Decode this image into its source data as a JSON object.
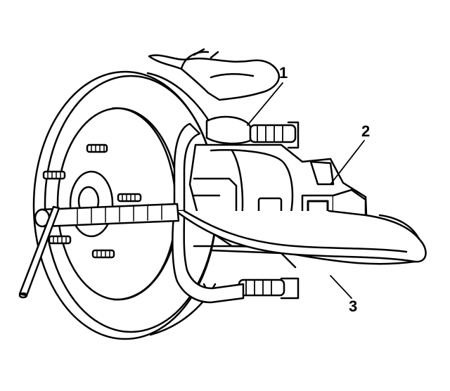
{
  "figure": {
    "callouts": [
      {
        "number": "1",
        "refers_to": "hose-clamp"
      },
      {
        "number": "2",
        "refers_to": "caliper-piston"
      },
      {
        "number": "3",
        "refers_to": "c-clamp-tool"
      }
    ]
  },
  "style": {
    "ink": "#000000",
    "paper": "#ffffff",
    "shade": "#cfcfcf"
  }
}
